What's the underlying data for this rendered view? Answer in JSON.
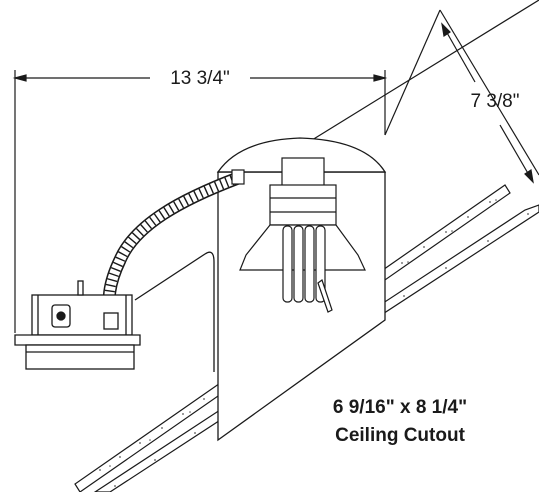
{
  "dimensions": {
    "width_label": "13 3/4\"",
    "height_label": "7 3/8\""
  },
  "cutout": {
    "size_label": "6 9/16\" x 8 1/4\"",
    "caption": "Ceiling Cutout"
  },
  "colors": {
    "line": "#1a1a1a",
    "stipple": "#555555",
    "background": "#ffffff"
  }
}
